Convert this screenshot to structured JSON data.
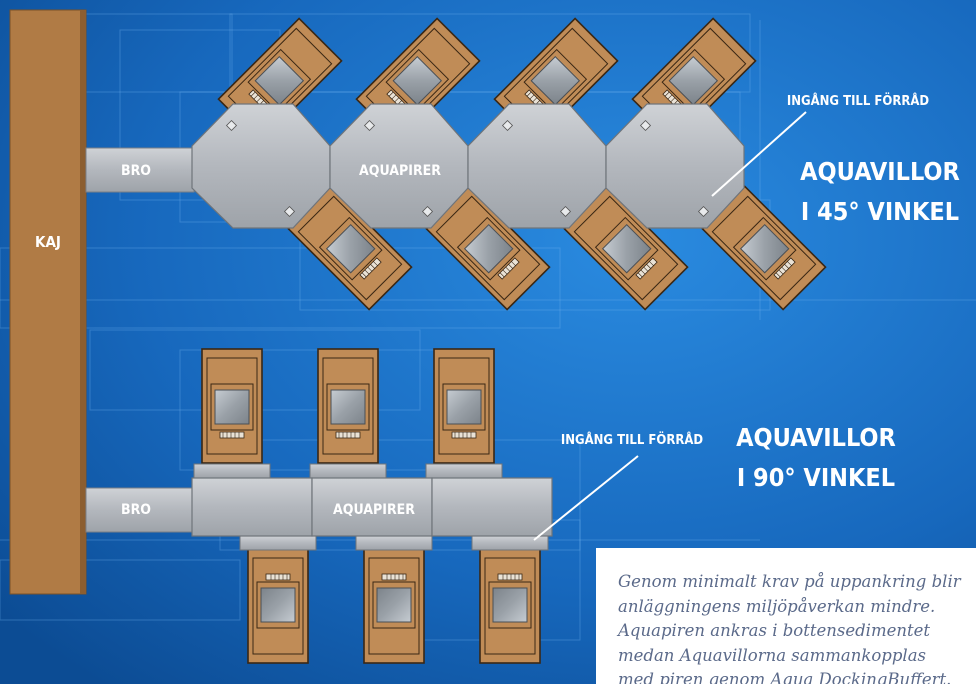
{
  "colors": {
    "water": "#1872c6",
    "water_dark": "#0e4f98",
    "dock": "#b07b45",
    "villa": "#c08c57",
    "pier": "#b9bcc2",
    "label": "#ffffff",
    "caption": "#5b6a8a"
  },
  "labels": {
    "kaj": "KAJ",
    "bro_top": "BRO",
    "bro_bottom": "BRO",
    "aquapirer_top": "AQUAPIRER",
    "aquapirer_bottom": "AQUAPIRER",
    "entry_top": "INGÅNG TILL FÖRRÅD",
    "entry_bottom": "INGÅNG TILL FÖRRÅD",
    "title45_line1": "AQUAVILLOR",
    "title45_line2": "I 45° VINKEL",
    "title90_line1": "AQUAVILLOR",
    "title90_line2": "I 90° VINKEL"
  },
  "caption": {
    "line1": "Genom minimalt krav på uppankring blir",
    "line2": "anläggningens miljöpåverkan mindre.",
    "line3": "Aquapiren ankras i bottensedimentet",
    "line4": "medan Aquavillorna sammankopplas",
    "line5": "med piren genom Aqua DockingBuffert."
  }
}
